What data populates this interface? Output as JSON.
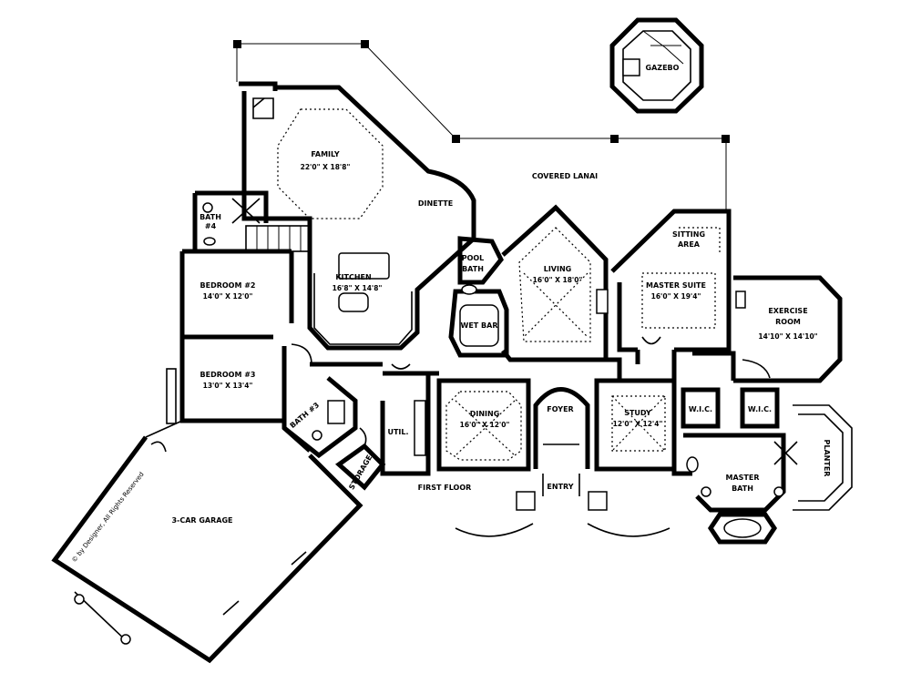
{
  "rooms": {
    "gazebo": {
      "name": "GAZEBO"
    },
    "covered_lanai": {
      "name": "COVERED LANAI"
    },
    "family": {
      "name": "FAMILY",
      "size": "22'0\" X 18'8\""
    },
    "dinette": {
      "name": "DINETTE"
    },
    "kitchen": {
      "name": "KITCHEN",
      "size": "16'8\" X 14'8\""
    },
    "bath4": {
      "name": "BATH",
      "sub": "#4"
    },
    "bedroom2": {
      "name": "BEDROOM #2",
      "size": "14'0\" X 12'0\""
    },
    "bedroom3": {
      "name": "BEDROOM #3",
      "size": "13'0\" X 13'4\""
    },
    "bath3": {
      "name": "BATH #3"
    },
    "pool_bath": {
      "name": "POOL",
      "sub": "BATH"
    },
    "wet_bar": {
      "name": "WET BAR"
    },
    "living": {
      "name": "LIVING",
      "size": "16'0\" X 18'0\""
    },
    "sitting_area": {
      "name": "SITTING",
      "sub": "AREA"
    },
    "master_suite": {
      "name": "MASTER SUITE",
      "size": "16'0\" X 19'4\""
    },
    "exercise_room": {
      "name": "EXERCISE",
      "sub": "ROOM",
      "size": "14'10\" X 14'10\""
    },
    "util": {
      "name": "UTIL."
    },
    "dining": {
      "name": "DINING",
      "size": "16'0\" X 12'0\""
    },
    "foyer": {
      "name": "FOYER"
    },
    "study": {
      "name": "STUDY",
      "size": "12'0\" X 12'4\""
    },
    "wic1": {
      "name": "W.I.C."
    },
    "wic2": {
      "name": "W.I.C."
    },
    "planter": {
      "name": "PLANTER"
    },
    "storage": {
      "name": "STORAGE"
    },
    "first_floor": {
      "name": "FIRST FLOOR"
    },
    "entry": {
      "name": "ENTRY"
    },
    "master_bath": {
      "name": "MASTER",
      "sub": "BATH"
    },
    "garage": {
      "name": "3-CAR GARAGE"
    }
  },
  "copyright": "© by Designer, All Rights Reserved"
}
